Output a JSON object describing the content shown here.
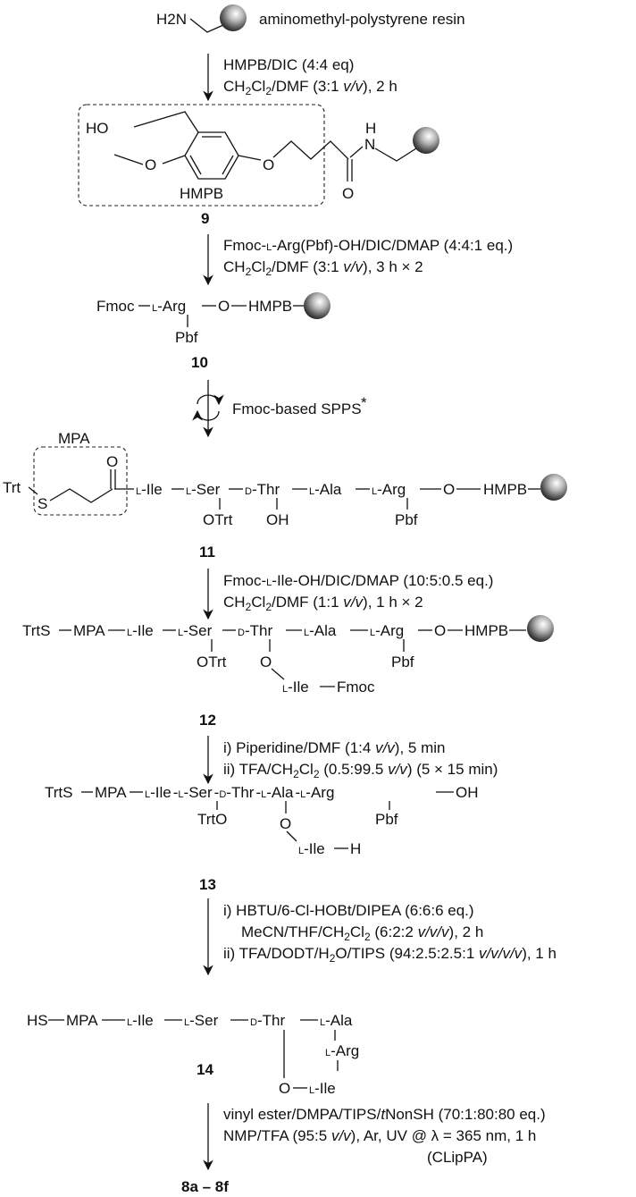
{
  "structures": {
    "resin": {
      "amine": "H2N",
      "label": "aminomethyl-polystyrene resin"
    },
    "cpd9": {
      "ho": "HO",
      "box_label": "HMPB",
      "n": "N",
      "h": "H",
      "o": "O",
      "number": "9"
    },
    "cpd10": {
      "fmoc": "Fmoc",
      "l": "L",
      "arg": "-Arg",
      "o": "O",
      "hmpb": "HMPB",
      "pbf": "Pbf",
      "number": "10"
    },
    "cpd11": {
      "mpa": "MPA",
      "trt": "Trt",
      "s": "S",
      "o": "O",
      "l": "L",
      "ile": "-Ile",
      "ser": "-Ser",
      "d": "D",
      "thr": "-Thr",
      "ala": "-Ala",
      "arg": "-Arg",
      "hmpb": "HMPB",
      "otrt": "OTrt",
      "oh": "OH",
      "pbf": "Pbf",
      "number": "11"
    },
    "cpd12": {
      "trts": "TrtS",
      "mpa": "MPA",
      "l": "L",
      "ile": "-Ile",
      "ser": "-Ser",
      "d": "D",
      "thr": "-Thr",
      "ala": "-Ala",
      "arg": "-Arg",
      "o": "O",
      "hmpb": "HMPB",
      "otrt": "OTrt",
      "pbf": "Pbf",
      "fmoc": "Fmoc",
      "number": "12"
    },
    "cpd13": {
      "trts": "TrtS",
      "mpa": "MPA",
      "l": "L",
      "ile": "-Ile",
      "ser": "-Ser",
      "d": "D",
      "thr": "-Thr",
      "ala": "-Ala",
      "arg": "-Arg",
      "oh": "OH",
      "trto": "TrtO",
      "o": "O",
      "pbf": "Pbf",
      "h": "H",
      "number": "13"
    },
    "cpd14": {
      "hs": "HS",
      "mpa": "MPA",
      "l": "L",
      "ile": "-Ile",
      "ser": "-Ser",
      "d": "D",
      "thr": "-Thr",
      "ala": "-Ala",
      "arg": "-Arg",
      "o": "O",
      "number": "14"
    },
    "final": {
      "label": "8a – 8f"
    }
  },
  "conditions": {
    "step1": {
      "line1": "HMPB/DIC (4:4 eq)",
      "line2_a": "CH",
      "line2_sub": "2",
      "line2_b": "Cl",
      "line2_c": "/DMF (3:1 ",
      "line2_vv": "v/v",
      "line2_d": "), 2 h"
    },
    "step2": {
      "line1_a": "Fmoc-",
      "line1_l": "L",
      "line1_b": "-Arg(Pbf)-OH/DIC/DMAP (4:4:1 eq.)",
      "line2_a": "CH",
      "line2_sub": "2",
      "line2_b": "Cl",
      "line2_c": "/DMF (3:1 ",
      "line2_vv": "v/v",
      "line2_d": "), 3 h × 2"
    },
    "step3": {
      "label": "Fmoc-based SPPS",
      "mark": "*"
    },
    "step4": {
      "line1_a": "Fmoc-",
      "line1_l": "L",
      "line1_b": "-Ile-OH/DIC/DMAP (10:5:0.5 eq.)",
      "line2_a": "CH",
      "line2_sub": "2",
      "line2_b": "Cl",
      "line2_c": "/DMF (1:1 ",
      "line2_vv": "v/v",
      "line2_d": "), 1 h × 2"
    },
    "step5": {
      "line1_a": "i) Piperidine/DMF (1:4 ",
      "line1_vv": "v/v",
      "line1_b": "), 5 min",
      "line2_a": "ii) TFA/CH",
      "line2_sub": "2",
      "line2_b": "Cl",
      "line2_c": " (0.5:99.5 ",
      "line2_vv": "v/v",
      "line2_d": ") (5 × 15 min)"
    },
    "step6": {
      "line1": "i) HBTU/6-Cl-HOBt/DIPEA (6:6:6 eq.)",
      "line2_a": "MeCN/THF/CH",
      "line2_sub": "2",
      "line2_b": "Cl",
      "line2_c": " (6:2:2 ",
      "line2_vv": "v/v/v",
      "line2_d": "), 2 h",
      "line3_a": "ii) TFA/DODT/H",
      "line3_sub": "2",
      "line3_b": "O/TIPS (94:2.5:2.5:1 ",
      "line3_vv": "v/v/v/v",
      "line3_c": "), 1 h"
    },
    "step7": {
      "line1_a": "vinyl ester/DMPA/TIPS/",
      "line1_t": "t",
      "line1_b": "NonSH (70:1:80:80 eq.)",
      "line2_a": "NMP/TFA (95:5 ",
      "line2_vv": "v/v",
      "line2_b": "), Ar, UV @ λ = 365 nm, 1 h",
      "line3": "(CLipPA)"
    }
  }
}
